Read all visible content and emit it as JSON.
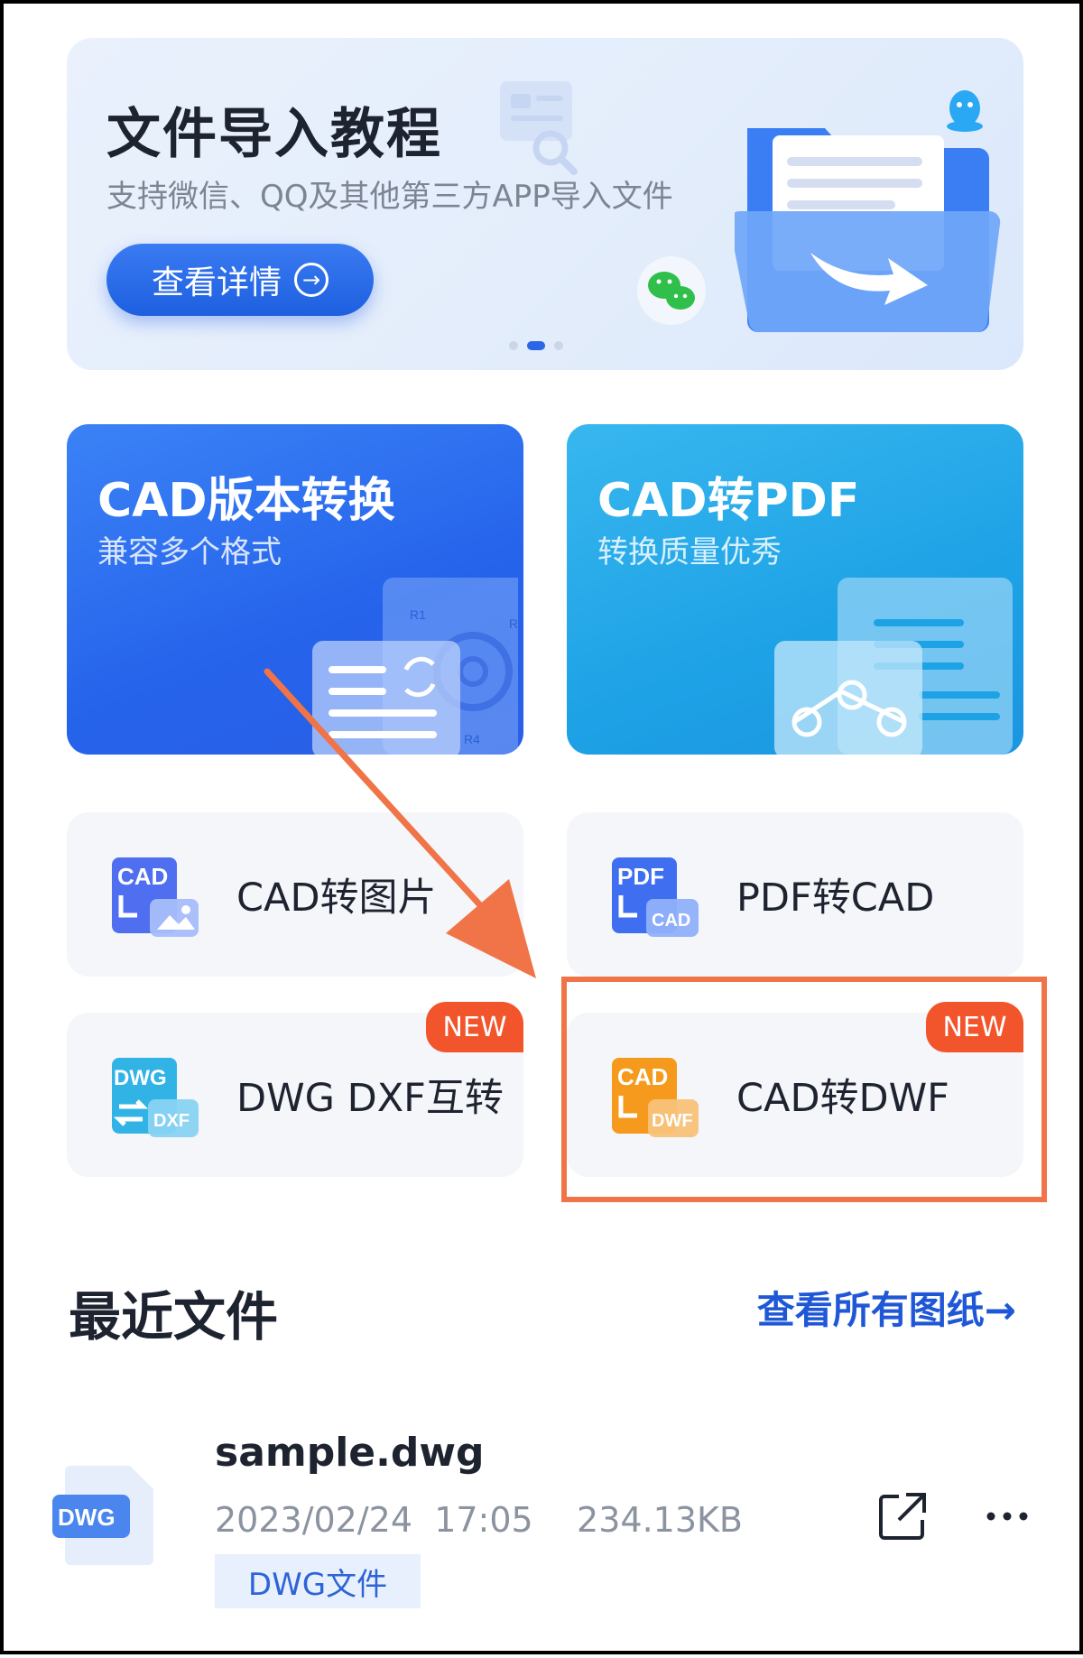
{
  "banner": {
    "title": "文件导入教程",
    "subtitle": "支持微信、QQ及其他第三方APP导入文件",
    "button_label": "查看详情",
    "page_index": 2,
    "page_count": 3
  },
  "big_cards": [
    {
      "title": "CAD版本转换",
      "subtitle": "兼容多个格式"
    },
    {
      "title": "CAD转PDF",
      "subtitle": "转换质量优秀"
    }
  ],
  "tools": [
    {
      "label": "CAD转图片",
      "icon_top": "CAD",
      "icon_bottom": "",
      "badge": ""
    },
    {
      "label": "PDF转CAD",
      "icon_top": "PDF",
      "icon_bottom": "CAD",
      "badge": ""
    },
    {
      "label": "DWG DXF互转",
      "icon_top": "DWG",
      "icon_bottom": "DXF",
      "badge": "NEW"
    },
    {
      "label": "CAD转DWF",
      "icon_top": "CAD",
      "icon_bottom": "DWF",
      "badge": "NEW"
    }
  ],
  "recent": {
    "title": "最近文件",
    "view_all": "查看所有图纸→",
    "files": [
      {
        "name": "sample.dwg",
        "date": "2023/02/24",
        "time": "17:05",
        "size": "234.13KB",
        "tag": "DWG文件",
        "thumb_label": "DWG"
      }
    ]
  },
  "colors": {
    "primary": "#2563eb",
    "cyan": "#1ea2e6",
    "badge": "#f2552b",
    "annotation": "#f07447"
  }
}
